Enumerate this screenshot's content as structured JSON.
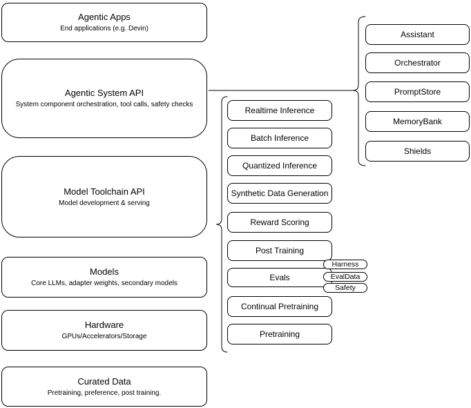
{
  "diagram": {
    "colors": {
      "stroke": "#000000",
      "fill": "#ffffff",
      "background": "#ffffff"
    },
    "left_stack": [
      {
        "title": "Agentic Apps",
        "subtitle": "End applications (e.g. Devin)"
      },
      {
        "title": "Agentic System API",
        "subtitle": "System component orchestration, tool calls, safety checks"
      },
      {
        "title": "Model Toolchain API",
        "subtitle": "Model development & serving"
      },
      {
        "title": "Models",
        "subtitle": "Core LLMs, adapter weights, secondary models"
      },
      {
        "title": "Hardware",
        "subtitle": "GPUs/Accelerators/Storage"
      },
      {
        "title": "Curated Data",
        "subtitle": "Pretraining, preference, post training."
      }
    ],
    "toolchain_items": [
      "Realtime Inference",
      "Batch Inference",
      "Quantized Inference",
      "Synthetic Data Generation",
      "Reward Scoring",
      "Post Training",
      "Evals",
      "Continual Pretraining",
      "Pretraining"
    ],
    "evals_tags": [
      "Harness",
      "EvalData",
      "Safety"
    ],
    "system_components": [
      "Assistant",
      "Orchestrator",
      "PromptStore",
      "MemoryBank",
      "Shields"
    ]
  }
}
